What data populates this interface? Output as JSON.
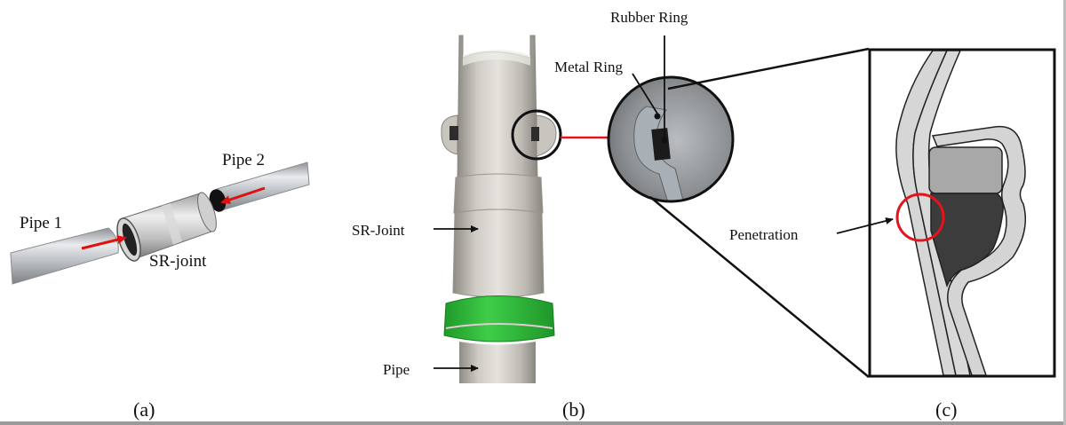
{
  "figure": {
    "panels": [
      {
        "id": "a",
        "caption": "(a)",
        "labels": {
          "pipe1": "Pipe 1",
          "pipe2": "Pipe 2",
          "joint": "SR-joint"
        }
      },
      {
        "id": "b",
        "caption": "(b)",
        "labels": {
          "metal_ring": "Metal Ring",
          "rubber_ring": "Rubber Ring",
          "joint": "SR-Joint",
          "pipe": "Pipe"
        }
      },
      {
        "id": "c",
        "caption": "(c)",
        "labels": {
          "penetration": "Penetration"
        }
      }
    ],
    "colors": {
      "arrow_red": "#e01010",
      "highlight_red": "#e3141b",
      "green_band": "#2fbf3a",
      "metal_gray": "#c9c7c3",
      "rubber_dark": "#3a3a3a",
      "ring_light": "#b5b5b5"
    }
  }
}
